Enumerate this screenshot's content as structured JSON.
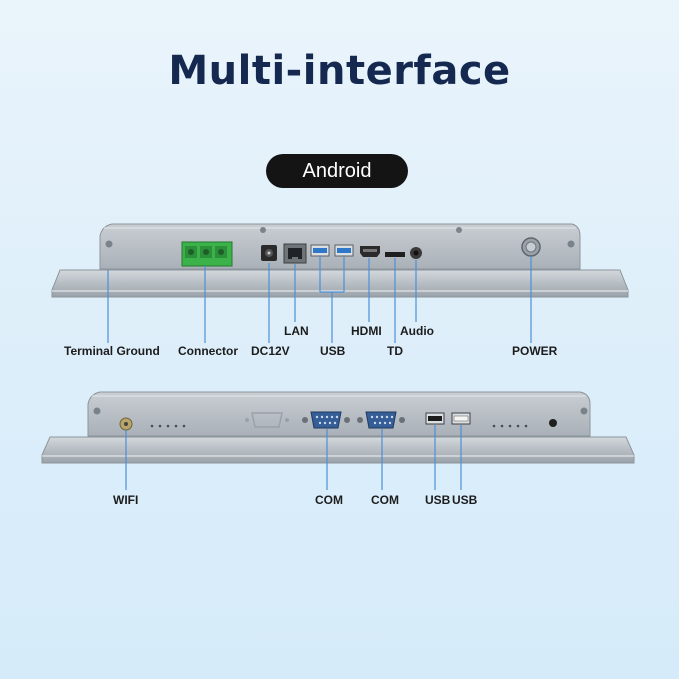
{
  "title": "Multi-interface",
  "os_badge": "Android",
  "colors": {
    "title": "#15284f",
    "badge_bg": "#141414",
    "leader_line": "#4a90d9",
    "panel_body": "#b6bcc2",
    "connector_green": "#3bb34a",
    "usb3_blue": "#2f78c9"
  },
  "top_panel": {
    "labels": {
      "terminal_ground": "Terminal Ground",
      "connector": "Connector",
      "dc12v": "DC12V",
      "lan": "LAN",
      "usb": "USB",
      "hdmi": "HDMI",
      "td": "TD",
      "audio": "Audio",
      "power": "POWER"
    }
  },
  "bottom_panel": {
    "labels": {
      "wifi": "WIFI",
      "com1": "COM",
      "com2": "COM",
      "usb1": "USB",
      "usb2": "USB"
    }
  }
}
